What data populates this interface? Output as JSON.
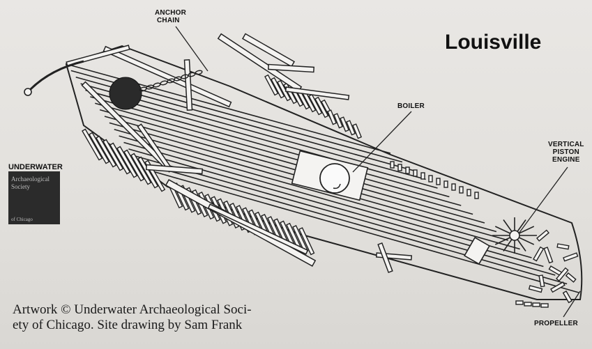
{
  "title": "Louisville",
  "labels": {
    "anchor_chain": [
      "ANCHOR",
      "CHAIN"
    ],
    "boiler": "BOILER",
    "engine": [
      "VERTICAL",
      "PISTON",
      "ENGINE"
    ],
    "propeller": "PROPELLER"
  },
  "logo": {
    "word": "UNDERWATER",
    "line1": "Archaeological",
    "line2": "Society",
    "line3": "of Chicago"
  },
  "credit": {
    "line1": "Artwork © Underwater Archaeological Soci-",
    "line2": "ety of Chicago.  Site drawing by Sam Frank"
  }
}
